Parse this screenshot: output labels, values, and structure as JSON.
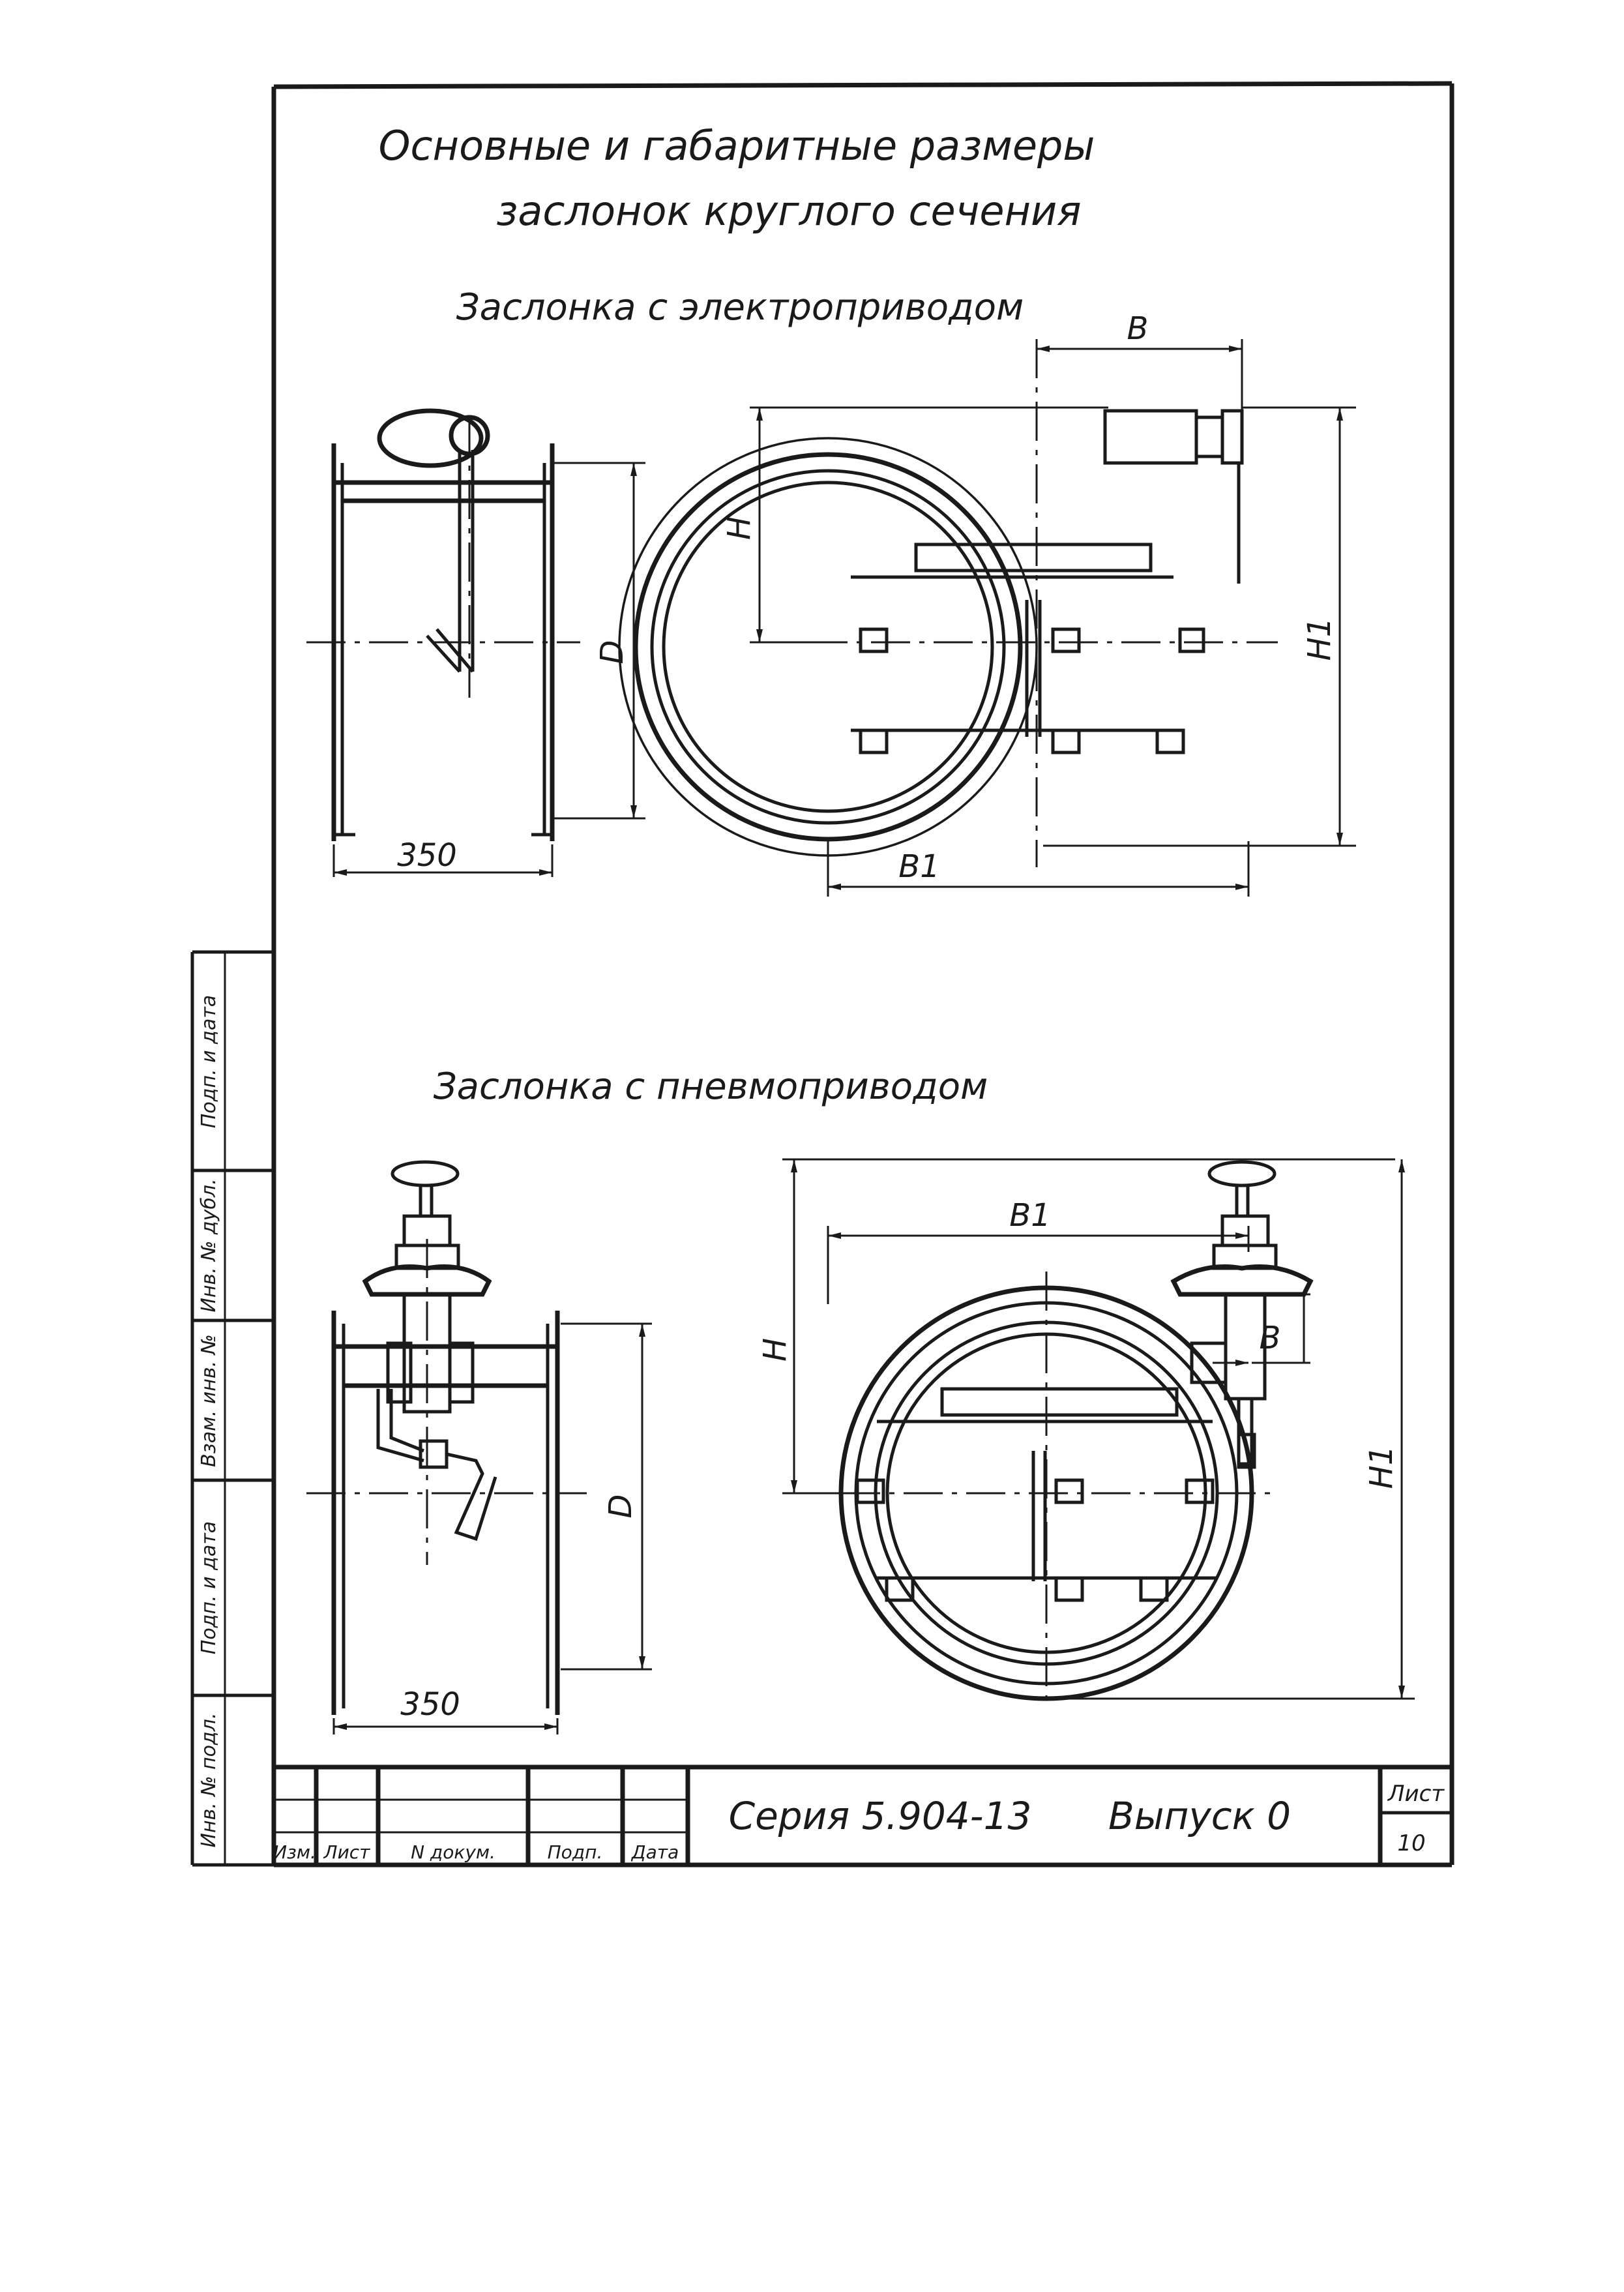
{
  "title": {
    "line1": "Основные и габаритные размеры",
    "line2": "заслонок круглого сечения"
  },
  "sections": [
    {
      "caption": "Заслонка с электроприводом",
      "side_view": {
        "width_label": "350",
        "height_label": "D"
      },
      "front_view": {
        "width_label": "B1",
        "offset_label": "B",
        "height_label": "H",
        "overall_height_label": "H1"
      }
    },
    {
      "caption": "Заслонка с пневмоприводом",
      "side_view": {
        "width_label": "350",
        "height_label": "D"
      },
      "front_view": {
        "width_label": "B1",
        "offset_label": "B",
        "height_label": "H",
        "overall_height_label": "H1"
      }
    }
  ],
  "left_margin": {
    "labels": [
      "Подп. и дата",
      "Инв. № дубл.",
      "Взам. инв. №",
      "Подп. и дата",
      "Инв. № подл."
    ]
  },
  "title_block": {
    "series": "Серия 5.904-13",
    "issue": "Выпуск 0",
    "sheet_label": "Лист",
    "sheet_number": "10",
    "columns": [
      "Изм.",
      "Лист",
      "N докум.",
      "Подп.",
      "Дата"
    ]
  }
}
